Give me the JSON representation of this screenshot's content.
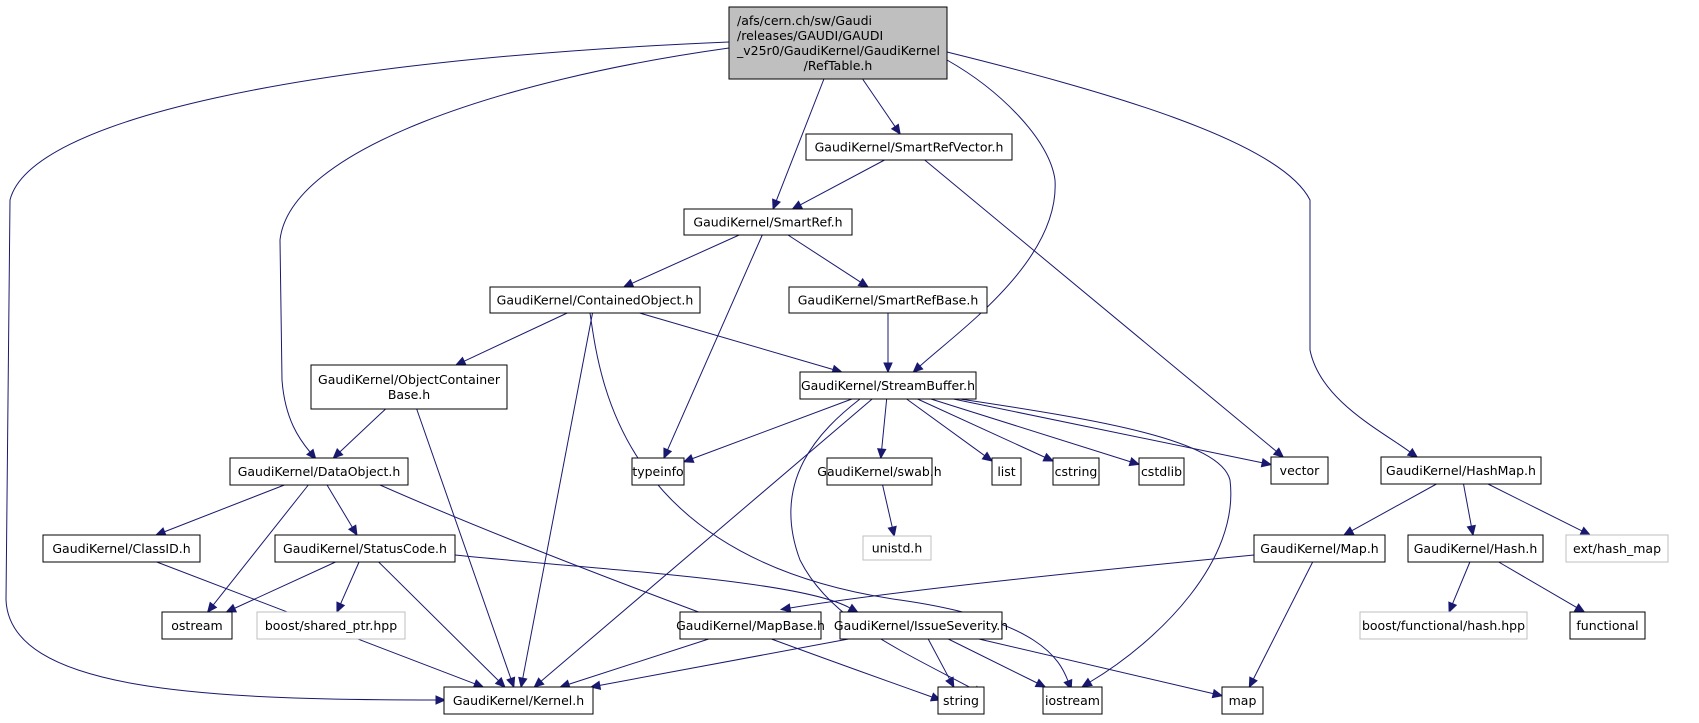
{
  "title": "Include dependency graph for RefTable.h",
  "edge_color": "#191970",
  "root_fill": "#bfbfbf",
  "external_border": "#bfbfbf",
  "nodes": [
    {
      "id": "root",
      "lines": [
        "/afs/cern.ch/sw/Gaudi",
        "/releases/GAUDI/GAUDI",
        "_v25r0/GaudiKernel/GaudiKernel",
        "/RefTable.h"
      ],
      "kind": "root"
    },
    {
      "id": "smartrefvector",
      "lines": [
        "GaudiKernel/SmartRefVector.h"
      ],
      "kind": "internal"
    },
    {
      "id": "smartref",
      "lines": [
        "GaudiKernel/SmartRef.h"
      ],
      "kind": "internal"
    },
    {
      "id": "containedobject",
      "lines": [
        "GaudiKernel/ContainedObject.h"
      ],
      "kind": "internal"
    },
    {
      "id": "smartrefbase",
      "lines": [
        "GaudiKernel/SmartRefBase.h"
      ],
      "kind": "internal"
    },
    {
      "id": "objectcontainerbase",
      "lines": [
        "GaudiKernel/ObjectContainer",
        "Base.h"
      ],
      "kind": "internal"
    },
    {
      "id": "streambuffer",
      "lines": [
        "GaudiKernel/StreamBuffer.h"
      ],
      "kind": "internal"
    },
    {
      "id": "dataobject",
      "lines": [
        "GaudiKernel/DataObject.h"
      ],
      "kind": "internal"
    },
    {
      "id": "typeinfo",
      "lines": [
        "typeinfo"
      ],
      "kind": "internal"
    },
    {
      "id": "swab",
      "lines": [
        "GaudiKernel/swab.h"
      ],
      "kind": "internal"
    },
    {
      "id": "list",
      "lines": [
        "list"
      ],
      "kind": "internal"
    },
    {
      "id": "cstring",
      "lines": [
        "cstring"
      ],
      "kind": "internal"
    },
    {
      "id": "cstdlib",
      "lines": [
        "cstdlib"
      ],
      "kind": "internal"
    },
    {
      "id": "vector",
      "lines": [
        "vector"
      ],
      "kind": "internal"
    },
    {
      "id": "hashmap",
      "lines": [
        "GaudiKernel/HashMap.h"
      ],
      "kind": "internal"
    },
    {
      "id": "classid",
      "lines": [
        "GaudiKernel/ClassID.h"
      ],
      "kind": "internal"
    },
    {
      "id": "statuscode",
      "lines": [
        "GaudiKernel/StatusCode.h"
      ],
      "kind": "internal"
    },
    {
      "id": "unistd",
      "lines": [
        "unistd.h"
      ],
      "kind": "external"
    },
    {
      "id": "map_h",
      "lines": [
        "GaudiKernel/Map.h"
      ],
      "kind": "internal"
    },
    {
      "id": "hash_h",
      "lines": [
        "GaudiKernel/Hash.h"
      ],
      "kind": "internal"
    },
    {
      "id": "ext_hash_map",
      "lines": [
        "ext/hash_map"
      ],
      "kind": "external"
    },
    {
      "id": "ostream",
      "lines": [
        "ostream"
      ],
      "kind": "internal"
    },
    {
      "id": "boost_shared_ptr",
      "lines": [
        "boost/shared_ptr.hpp"
      ],
      "kind": "external"
    },
    {
      "id": "mapbase",
      "lines": [
        "GaudiKernel/MapBase.h"
      ],
      "kind": "internal"
    },
    {
      "id": "issueseverity",
      "lines": [
        "GaudiKernel/IssueSeverity.h"
      ],
      "kind": "internal"
    },
    {
      "id": "boost_hash",
      "lines": [
        "boost/functional/hash.hpp"
      ],
      "kind": "external"
    },
    {
      "id": "functional",
      "lines": [
        "functional"
      ],
      "kind": "internal"
    },
    {
      "id": "kernel",
      "lines": [
        "GaudiKernel/Kernel.h"
      ],
      "kind": "internal"
    },
    {
      "id": "string",
      "lines": [
        "string"
      ],
      "kind": "internal"
    },
    {
      "id": "iostream",
      "lines": [
        "iostream"
      ],
      "kind": "internal"
    },
    {
      "id": "map",
      "lines": [
        "map"
      ],
      "kind": "internal"
    }
  ],
  "edges": [
    [
      "root",
      "smartrefvector"
    ],
    [
      "root",
      "smartref"
    ],
    [
      "root",
      "dataobject"
    ],
    [
      "root",
      "streambuffer"
    ],
    [
      "root",
      "hashmap"
    ],
    [
      "root",
      "kernel"
    ],
    [
      "smartrefvector",
      "smartref"
    ],
    [
      "smartrefvector",
      "vector"
    ],
    [
      "smartref",
      "containedobject"
    ],
    [
      "smartref",
      "smartrefbase"
    ],
    [
      "smartref",
      "typeinfo"
    ],
    [
      "containedobject",
      "objectcontainerbase"
    ],
    [
      "containedobject",
      "streambuffer"
    ],
    [
      "containedobject",
      "kernel"
    ],
    [
      "containedobject",
      "iostream"
    ],
    [
      "smartrefbase",
      "streambuffer"
    ],
    [
      "objectcontainerbase",
      "dataobject"
    ],
    [
      "objectcontainerbase",
      "kernel"
    ],
    [
      "streambuffer",
      "typeinfo"
    ],
    [
      "streambuffer",
      "swab"
    ],
    [
      "streambuffer",
      "list"
    ],
    [
      "streambuffer",
      "cstring"
    ],
    [
      "streambuffer",
      "cstdlib"
    ],
    [
      "streambuffer",
      "vector"
    ],
    [
      "streambuffer",
      "kernel"
    ],
    [
      "streambuffer",
      "string"
    ],
    [
      "streambuffer",
      "iostream"
    ],
    [
      "dataobject",
      "classid"
    ],
    [
      "dataobject",
      "statuscode"
    ],
    [
      "dataobject",
      "ostream"
    ],
    [
      "dataobject",
      "string"
    ],
    [
      "swab",
      "unistd"
    ],
    [
      "hashmap",
      "map_h"
    ],
    [
      "hashmap",
      "hash_h"
    ],
    [
      "hashmap",
      "ext_hash_map"
    ],
    [
      "classid",
      "kernel"
    ],
    [
      "statuscode",
      "ostream"
    ],
    [
      "statuscode",
      "boost_shared_ptr"
    ],
    [
      "statuscode",
      "kernel"
    ],
    [
      "statuscode",
      "issueseverity"
    ],
    [
      "map_h",
      "mapbase"
    ],
    [
      "map_h",
      "map"
    ],
    [
      "hash_h",
      "boost_hash"
    ],
    [
      "hash_h",
      "functional"
    ],
    [
      "mapbase",
      "kernel"
    ],
    [
      "issueseverity",
      "kernel"
    ],
    [
      "issueseverity",
      "string"
    ],
    [
      "issueseverity",
      "iostream"
    ],
    [
      "issueseverity",
      "map"
    ]
  ]
}
